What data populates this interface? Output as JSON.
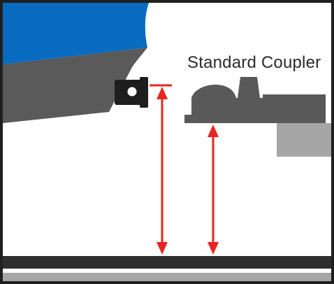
{
  "labels": {
    "coupler": "Standard Coupler"
  },
  "colors": {
    "frame": "#1f1f1f",
    "background": "#ffffff",
    "vehicle_body_blue": "#0a6cc0",
    "vehicle_bumper_gray": "#5a5a5a",
    "hitch_dark": "#1e1e1e",
    "coupler_gray": "#595959",
    "support_block_gray": "#a6a6a6",
    "ground_dark": "#2e2e2e",
    "ground_light": "#a6a6a6",
    "measurement_red": "#e8251f"
  },
  "icons": {
    "up_arrow": "arrowhead-up",
    "down_arrow": "arrowhead-down"
  }
}
